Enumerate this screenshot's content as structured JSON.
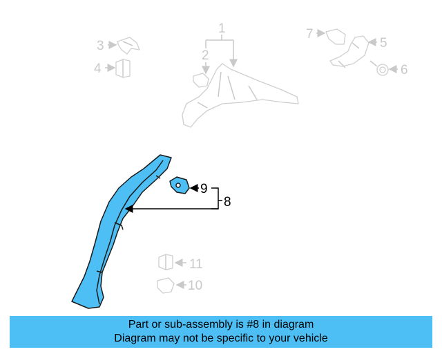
{
  "diagram": {
    "callouts": [
      {
        "id": "c1",
        "text": "1"
      },
      {
        "id": "c2",
        "text": "2"
      },
      {
        "id": "c3",
        "text": "3"
      },
      {
        "id": "c4",
        "text": "4"
      },
      {
        "id": "c5",
        "text": "5"
      },
      {
        "id": "c6",
        "text": "6"
      },
      {
        "id": "c7",
        "text": "7"
      },
      {
        "id": "c8",
        "text": "8"
      },
      {
        "id": "c9",
        "text": "9"
      },
      {
        "id": "c10",
        "text": "10"
      },
      {
        "id": "c11",
        "text": "11"
      }
    ],
    "highlighted_part": "8",
    "colors": {
      "accent": "#4dbff5",
      "faded": "#c9c9c9",
      "outline": "#1a1a1a"
    }
  },
  "banner": {
    "line1": "Part or sub-assembly is #8 in diagram",
    "line2": "Diagram may not be specific to your vehicle"
  }
}
